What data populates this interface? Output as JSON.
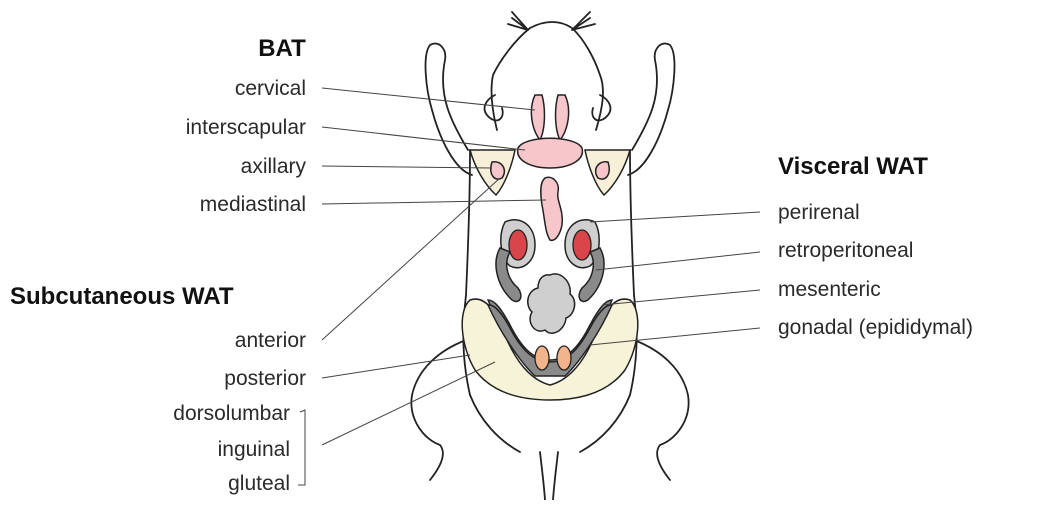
{
  "bat": {
    "title": "BAT",
    "labels": [
      "cervical",
      "interscapular",
      "axillary",
      "mediastinal"
    ]
  },
  "subcutaneous": {
    "title": "Subcutaneous WAT",
    "labels": [
      "anterior",
      "posterior",
      "dorsolumbar",
      "inguinal",
      "gluteal"
    ]
  },
  "visceral": {
    "title": "Visceral WAT",
    "labels": [
      "perirenal",
      "retroperitoneal",
      "mesenteric",
      "gonadal (epididymal)"
    ]
  },
  "colors": {
    "bat_pink": "#f6c6cb",
    "wat_cream": "#f7f3d8",
    "grey": "#8a8a8a",
    "kidney_red": "#d8464c",
    "gonad_orange": "#f2b48a"
  }
}
